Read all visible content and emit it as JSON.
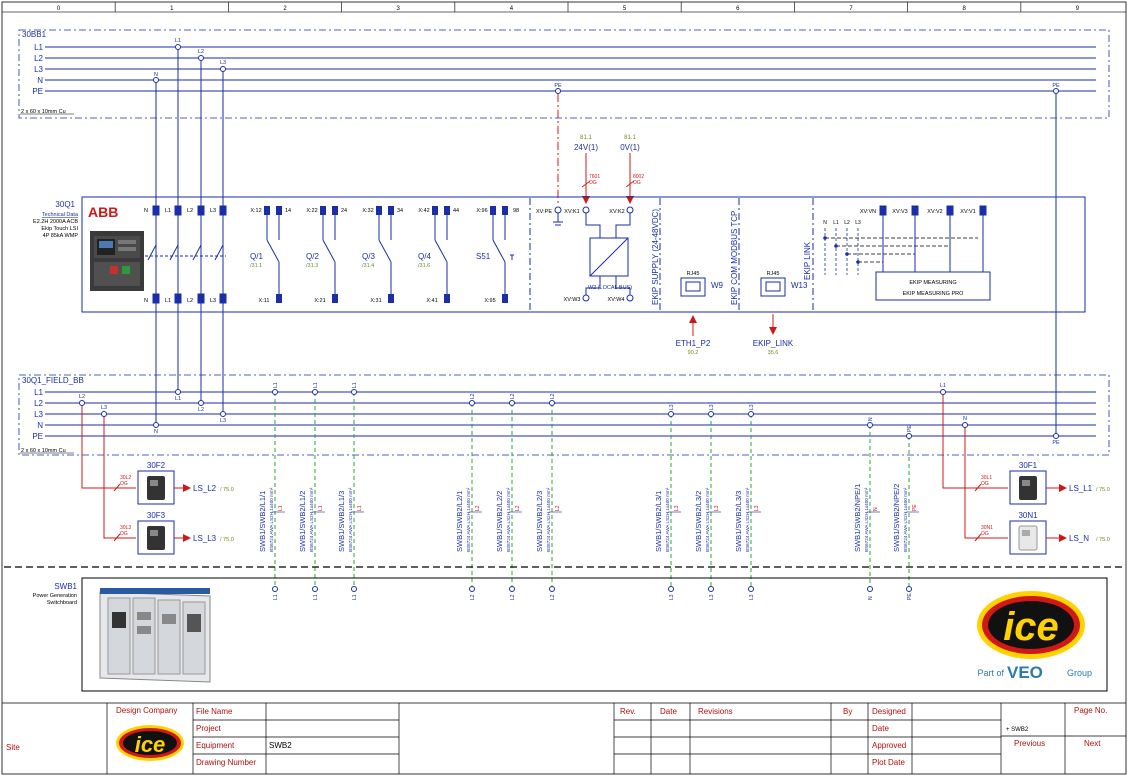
{
  "ruler": {
    "cols": [
      "0",
      "1",
      "2",
      "3",
      "4",
      "5",
      "6",
      "7",
      "8",
      "9"
    ]
  },
  "top_busbar": {
    "tag": "30BB1",
    "lines": [
      "L1",
      "L2",
      "L3",
      "N",
      "PE"
    ],
    "size": "2 x 60 x 10mm Cu",
    "drop_labels": [
      "N",
      "L1",
      "L2",
      "L3",
      "PE",
      "PE"
    ]
  },
  "breaker": {
    "tag": "30Q1",
    "technical_data_label": "Technical Data",
    "desc": [
      "E2.2H 2000A ACB",
      "Ekip Touch LSI",
      "4P 85kA WMP"
    ],
    "brand": "ABB",
    "top_terminals": [
      "N",
      "L1",
      "L2",
      "L3",
      "X:12",
      "14",
      "X:22",
      "24",
      "X:32",
      "34",
      "X:42",
      "44",
      "X:96",
      "98",
      "XV:PE",
      "XV:K1",
      "XV:K2",
      "XV:VN",
      "XV:V3",
      "XV:V2",
      "XV:V1"
    ],
    "bottom_terminals": [
      "N",
      "L1",
      "L2",
      "L3",
      "X:11",
      "X:21",
      "X:31",
      "X:41",
      "X:95",
      "XV:W3",
      "XV:W4"
    ],
    "aux_contacts": [
      {
        "tag": "Q/1",
        "ref": "/31.1"
      },
      {
        "tag": "Q/2",
        "ref": "/31.3"
      },
      {
        "tag": "Q/3",
        "ref": "/31.4"
      },
      {
        "tag": "Q/4",
        "ref": "/31.6"
      }
    ],
    "s51": "S51",
    "local_bus": "W2 (LOCAL BUS)",
    "supply_label": "EKIP SUPPLY (24-48VDC)",
    "com_label": "EKIP COM MODBUS TCP",
    "link_label": "EKIP LINK",
    "rj45_a": "RJ45",
    "w9": "W9",
    "rj45_b": "RJ45",
    "w13": "W13",
    "measuring_1": "EKIP MEASURING",
    "measuring_2": "EKIP MEASURING PRO",
    "phase_mini": [
      "N",
      "L1",
      "L2",
      "L3"
    ]
  },
  "supplies": [
    {
      "ref": "81.1",
      "label": "24V(1)",
      "wire": "7601",
      "color": "OG"
    },
    {
      "ref": "81.1",
      "label": "0V(1)",
      "wire": "8002",
      "color": "OG"
    }
  ],
  "com_links": [
    {
      "label": "ETH1_P2",
      "ref": "90.2"
    },
    {
      "label": "EKIP_LINK",
      "ref": "35.6"
    }
  ],
  "field_busbar": {
    "tag": "30Q1_FIELD_BB",
    "lines": [
      "L1",
      "L2",
      "L3",
      "N",
      "PE"
    ],
    "size": "2 x 60 x 10mm Cu"
  },
  "fuses": [
    {
      "tag": "30F2",
      "wire": "30L2",
      "color": "OG",
      "out": "LS_L2",
      "ref": "/ 75.0"
    },
    {
      "tag": "30F3",
      "wire": "30L3",
      "color": "OG",
      "out": "LS_L3",
      "ref": "/ 75.0"
    },
    {
      "tag": "30F1",
      "wire": "30L1",
      "color": "OG",
      "out": "LS_L1",
      "ref": "/ 75.0"
    },
    {
      "tag": "30N1",
      "wire": "30N1",
      "color": "OG",
      "out": "LS_N",
      "ref": "/ 75.0"
    }
  ],
  "feeders": [
    {
      "name": "SWB1/SWB2/L1/1",
      "phase": "L1"
    },
    {
      "name": "SWB1/SWB2/L1/2",
      "phase": "L1"
    },
    {
      "name": "SWB1/SWB2/L1/3",
      "phase": "L1"
    },
    {
      "name": "SWB1/SWB2/L2/1",
      "phase": "L2"
    },
    {
      "name": "SWB1/SWB2/L2/2",
      "phase": "L2"
    },
    {
      "name": "SWB1/SWB2/L2/3",
      "phase": "L2"
    },
    {
      "name": "SWB1/SWB2/L3/1",
      "phase": "L3"
    },
    {
      "name": "SWB1/SWB2/L3/2",
      "phase": "L3"
    },
    {
      "name": "SWB1/SWB2/L3/3",
      "phase": "L3"
    },
    {
      "name": "SWB1/SWB2/NPE/1",
      "phase": "N"
    },
    {
      "name": "SWB1/SWB2/NPE/2",
      "phase": "PE"
    }
  ],
  "cable_spec": "BS6724 AWA LS2H 1x400 mm²",
  "panel": {
    "tag": "SWB1",
    "desc": [
      "Power Generation",
      "Switchboard"
    ]
  },
  "logo": {
    "brand": "ice",
    "part_of": "Part of",
    "veo": "VEO",
    "group": "Group"
  },
  "titleblock": {
    "site": "Site",
    "design_company": "Design Company",
    "file_name": "File Name",
    "project": "Project",
    "equipment": "Equipment",
    "equipment_value": "SWB2",
    "drawing_number": "Drawing Number",
    "rev": "Rev.",
    "date": "Date",
    "revisions": "Revisions",
    "by": "By",
    "designed": "Designed",
    "date2": "Date",
    "approved": "Approved",
    "plot_date": "Plot Date",
    "page_no": "Page No.",
    "sheet_ref": "+ SWB2",
    "previous": "Previous",
    "next": "Next"
  },
  "colors": {
    "line": "#1a2ea8",
    "green": "#2aa82a",
    "red": "#d01818",
    "olive": "#6a8a1a",
    "titlered": "#b01010"
  }
}
